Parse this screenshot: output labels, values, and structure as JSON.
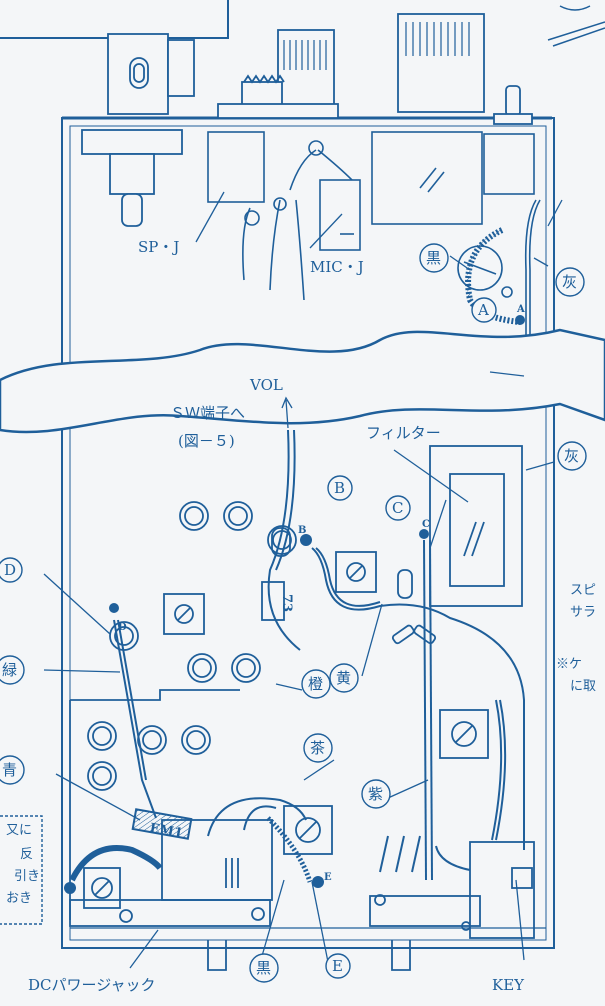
{
  "colors": {
    "ink": "#1f5f9a",
    "paper": "#f4f6f8",
    "wire": "#2c74b8"
  },
  "labels": {
    "sp_jack": "SP・J",
    "mic_jack": "MIC・J",
    "vol": "VOL",
    "sw_to": "ＳＷ端子へ",
    "fig_ref": "(図－５)",
    "filter": "フィルター",
    "dc_jack": "DCパワージャック",
    "key": "KEY",
    "em1": "EM1",
    "part_73": "73"
  },
  "wire_colors": {
    "black_top": "黒",
    "gray_top": "灰",
    "gray_mid": "灰",
    "green": "緑",
    "orange": "橙",
    "yellow": "黄",
    "blue": "青",
    "brown": "茶",
    "purple": "紫",
    "black_bottom": "黒"
  },
  "points": {
    "A": "A",
    "B": "B",
    "C": "C",
    "D": "D",
    "E": "E",
    "small_A": "A",
    "small_B": "B",
    "small_C": "C",
    "small_D": "D",
    "small_E": "E"
  },
  "side_notes": {
    "line1": "スピ",
    "line2": "サラ",
    "line3": "※ケ",
    "line4": "に取"
  },
  "left_box": {
    "line1": "又に",
    "line2": "反",
    "line3": "引き",
    "line4": "おき"
  }
}
